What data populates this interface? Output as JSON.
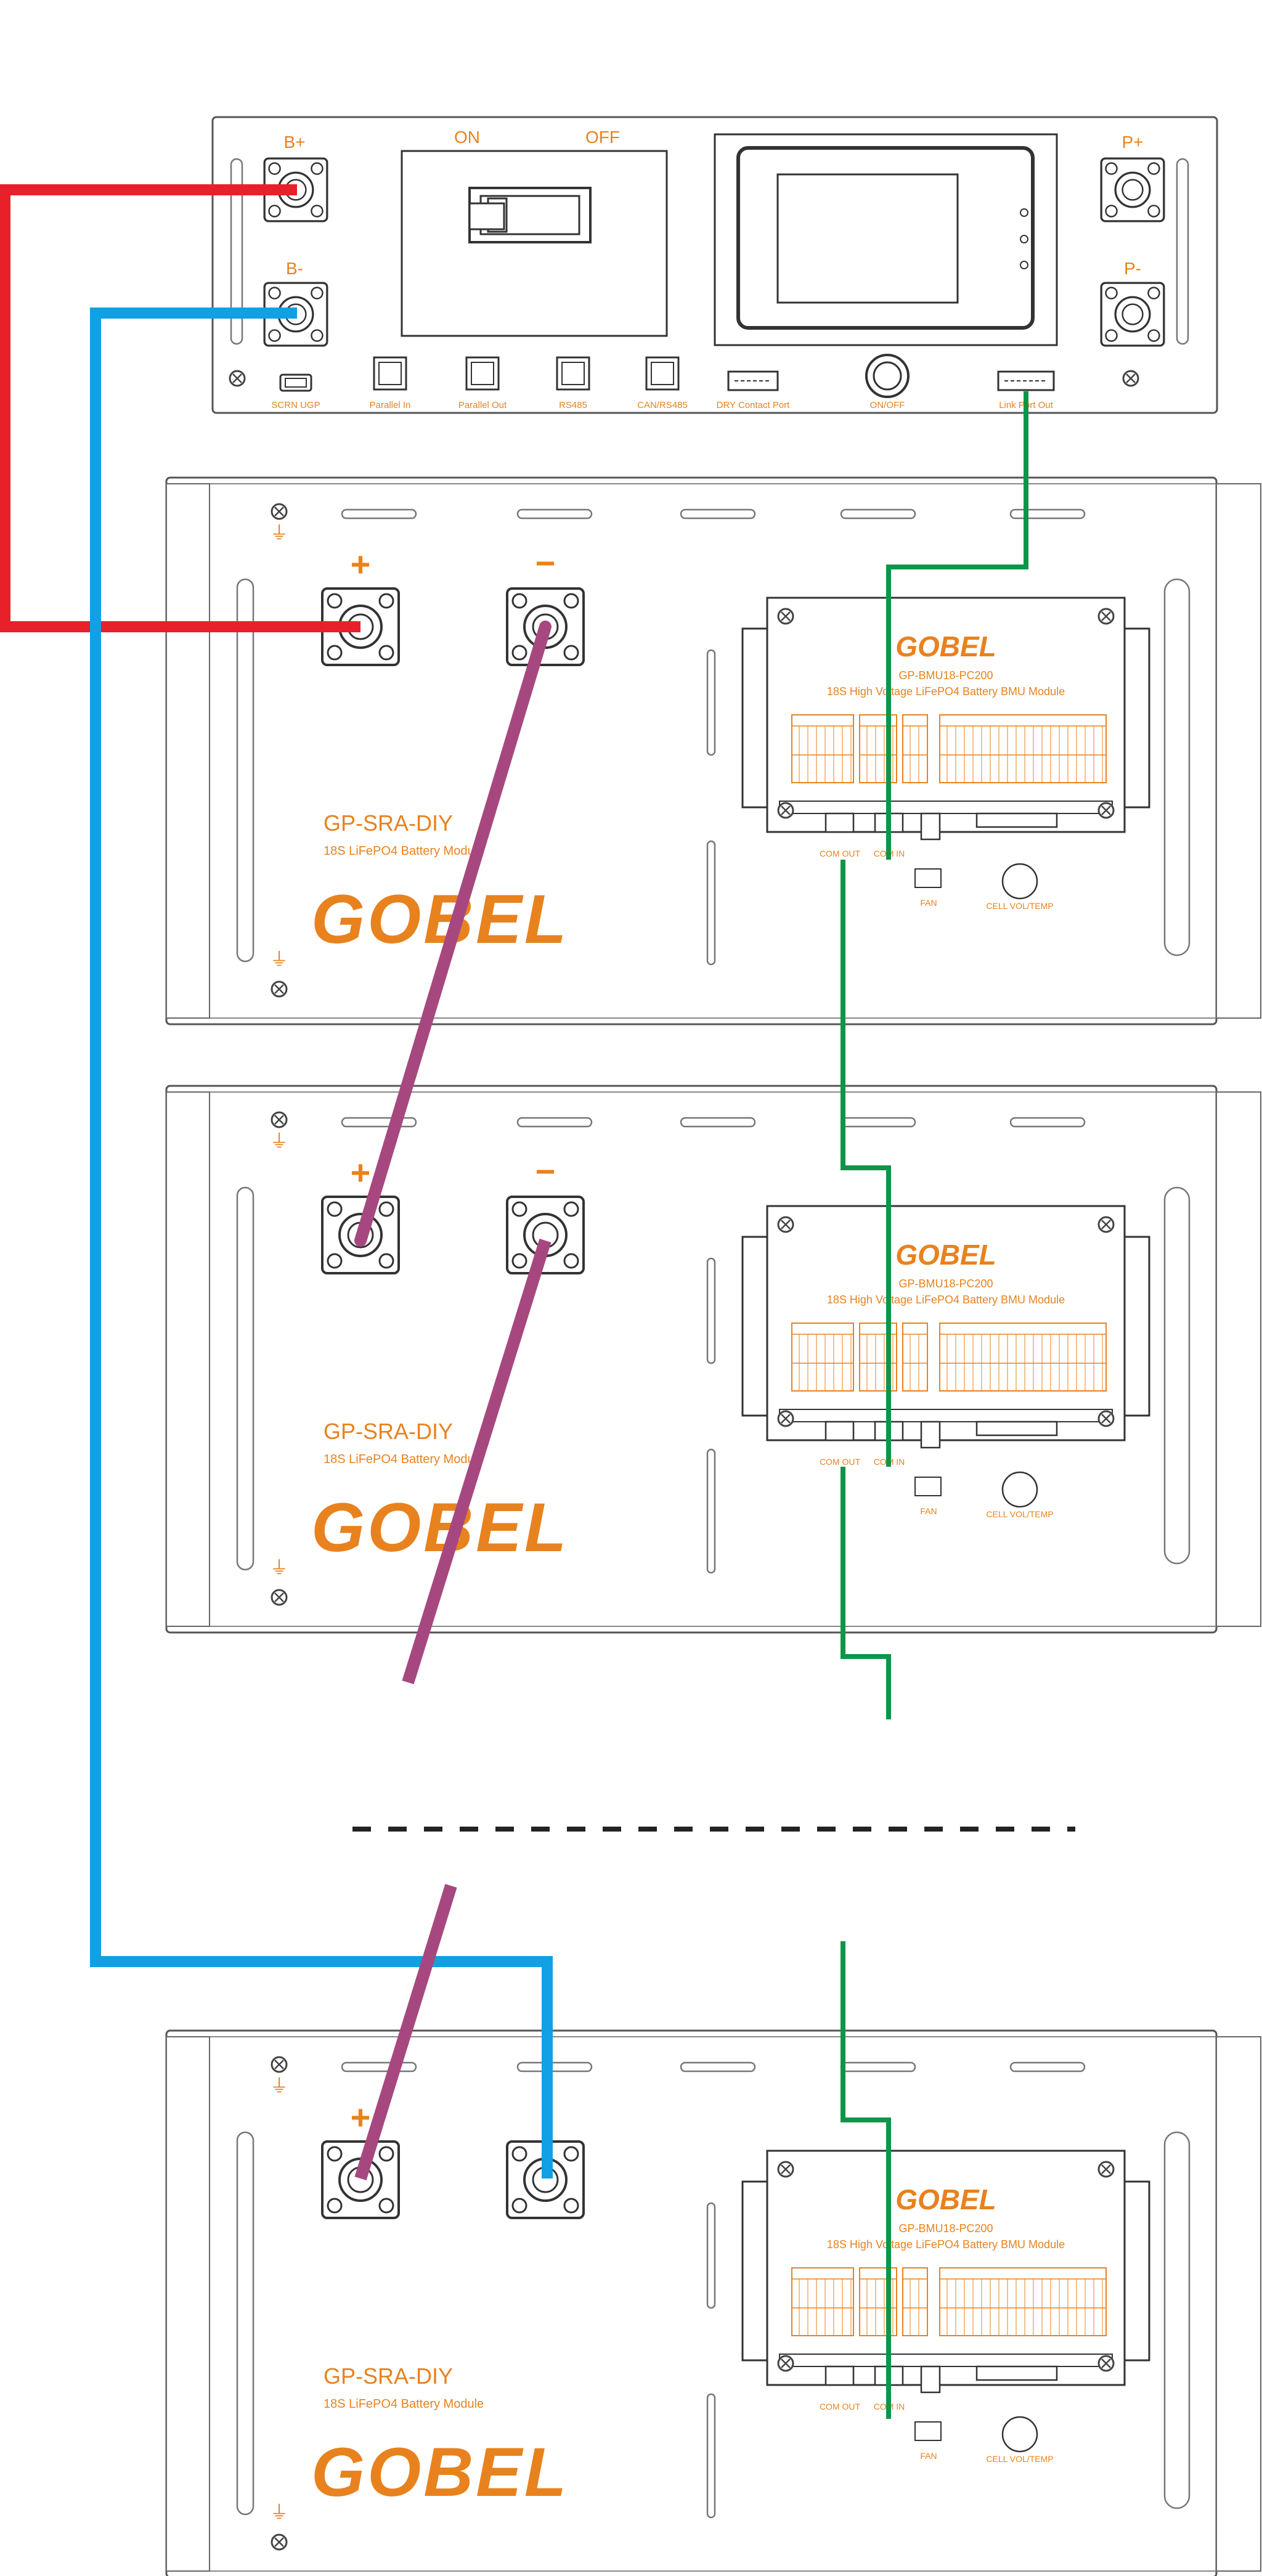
{
  "control_box": {
    "terminals": {
      "b_plus": "B+",
      "b_minus": "B-",
      "p_plus": "P+",
      "p_minus": "P-"
    },
    "breaker": {
      "on": "ON",
      "off": "OFF"
    },
    "ports": [
      "SCRN UGP",
      "Parallel In",
      "Parallel Out",
      "RS485",
      "CAN/RS485",
      "DRY Contact Port",
      "ON/OFF",
      "Link Port Out"
    ]
  },
  "modules": [
    {
      "title": "GP-SRA-DIY",
      "subtitle": "18S LiFePO4 Battery Module",
      "brand": "GOBEL",
      "plus": "+",
      "minus": "−",
      "bmu": {
        "brand": "GOBEL",
        "model": "GP-BMU18-PC200",
        "desc": "18S High Voltage LiFePO4 Battery BMU Module",
        "com_out": "COM OUT",
        "com_in": "COM IN",
        "fan": "FAN",
        "cell": "CELL VOL/TEMP"
      }
    },
    {
      "title": "GP-SRA-DIY",
      "subtitle": "18S LiFePO4 Battery Module",
      "brand": "GOBEL",
      "plus": "+",
      "minus": "−",
      "bmu": {
        "brand": "GOBEL",
        "model": "GP-BMU18-PC200",
        "desc": "18S High Voltage LiFePO4 Battery BMU Module",
        "com_out": "COM OUT",
        "com_in": "COM IN",
        "fan": "FAN",
        "cell": "CELL VOL/TEMP"
      }
    },
    {
      "title": "GP-SRA-DIY",
      "subtitle": "18S LiFePO4 Battery Module",
      "brand": "GOBEL",
      "plus": "+",
      "minus": "",
      "bmu": {
        "brand": "GOBEL",
        "model": "GP-BMU18-PC200",
        "desc": "18S High Voltage LiFePO4 Battery BMU Module",
        "com_out": "COM OUT",
        "com_in": "COM IN",
        "fan": "FAN",
        "cell": "CELL VOL/TEMP"
      }
    }
  ],
  "wire_colors": {
    "positive": "#e8202a",
    "negative": "#11a0e3",
    "series": "#a6487f",
    "comm": "#10944a",
    "accent": "#e8821e"
  }
}
